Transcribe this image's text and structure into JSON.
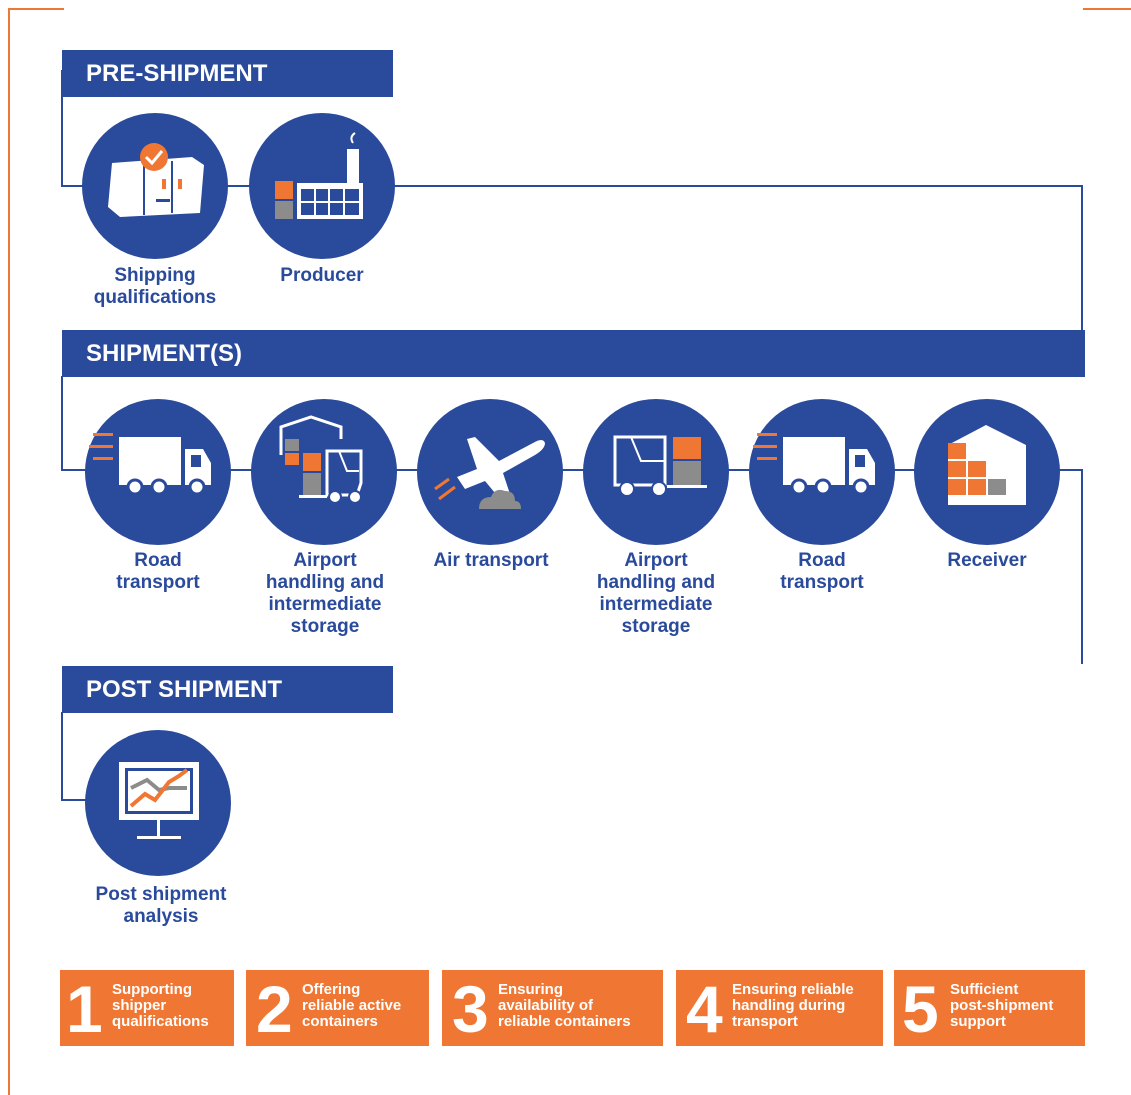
{
  "colors": {
    "primary": "#2A4A9B",
    "accent": "#F07733",
    "grey": "#8C8C8C"
  },
  "sections": {
    "pre_shipment": {
      "title": "PRE-SHIPMENT",
      "steps": [
        {
          "label": "Shipping\nqualifications",
          "icon": "certified-container-icon"
        },
        {
          "label": "Producer",
          "icon": "factory-icon"
        }
      ]
    },
    "shipments": {
      "title": "SHIPMENT(S)",
      "steps": [
        {
          "label": "Road\ntransport",
          "icon": "truck-icon"
        },
        {
          "label": "Airport\nhandling and\nintermediate\nstorage",
          "icon": "warehouse-forklift-icon"
        },
        {
          "label": "Air transport",
          "icon": "airplane-icon"
        },
        {
          "label": "Airport\nhandling and\nintermediate\nstorage",
          "icon": "forklift-icon"
        },
        {
          "label": "Road\ntransport",
          "icon": "truck-icon"
        },
        {
          "label": "Receiver",
          "icon": "warehouse-icon"
        }
      ]
    },
    "post_shipment": {
      "title": "POST SHIPMENT",
      "steps": [
        {
          "label": "Post shipment\nanalysis",
          "icon": "chart-monitor-icon"
        }
      ]
    }
  },
  "badges": [
    {
      "num": "1",
      "text": "Supporting\nshipper\nqualifications"
    },
    {
      "num": "2",
      "text": "Offering\nreliable active\ncontainers"
    },
    {
      "num": "3",
      "text": "Ensuring\navailability of\nreliable containers"
    },
    {
      "num": "4",
      "text": "Ensuring reliable\nhandling during\ntransport"
    },
    {
      "num": "5",
      "text": "Sufficient\npost-shipment\nsupport"
    }
  ]
}
